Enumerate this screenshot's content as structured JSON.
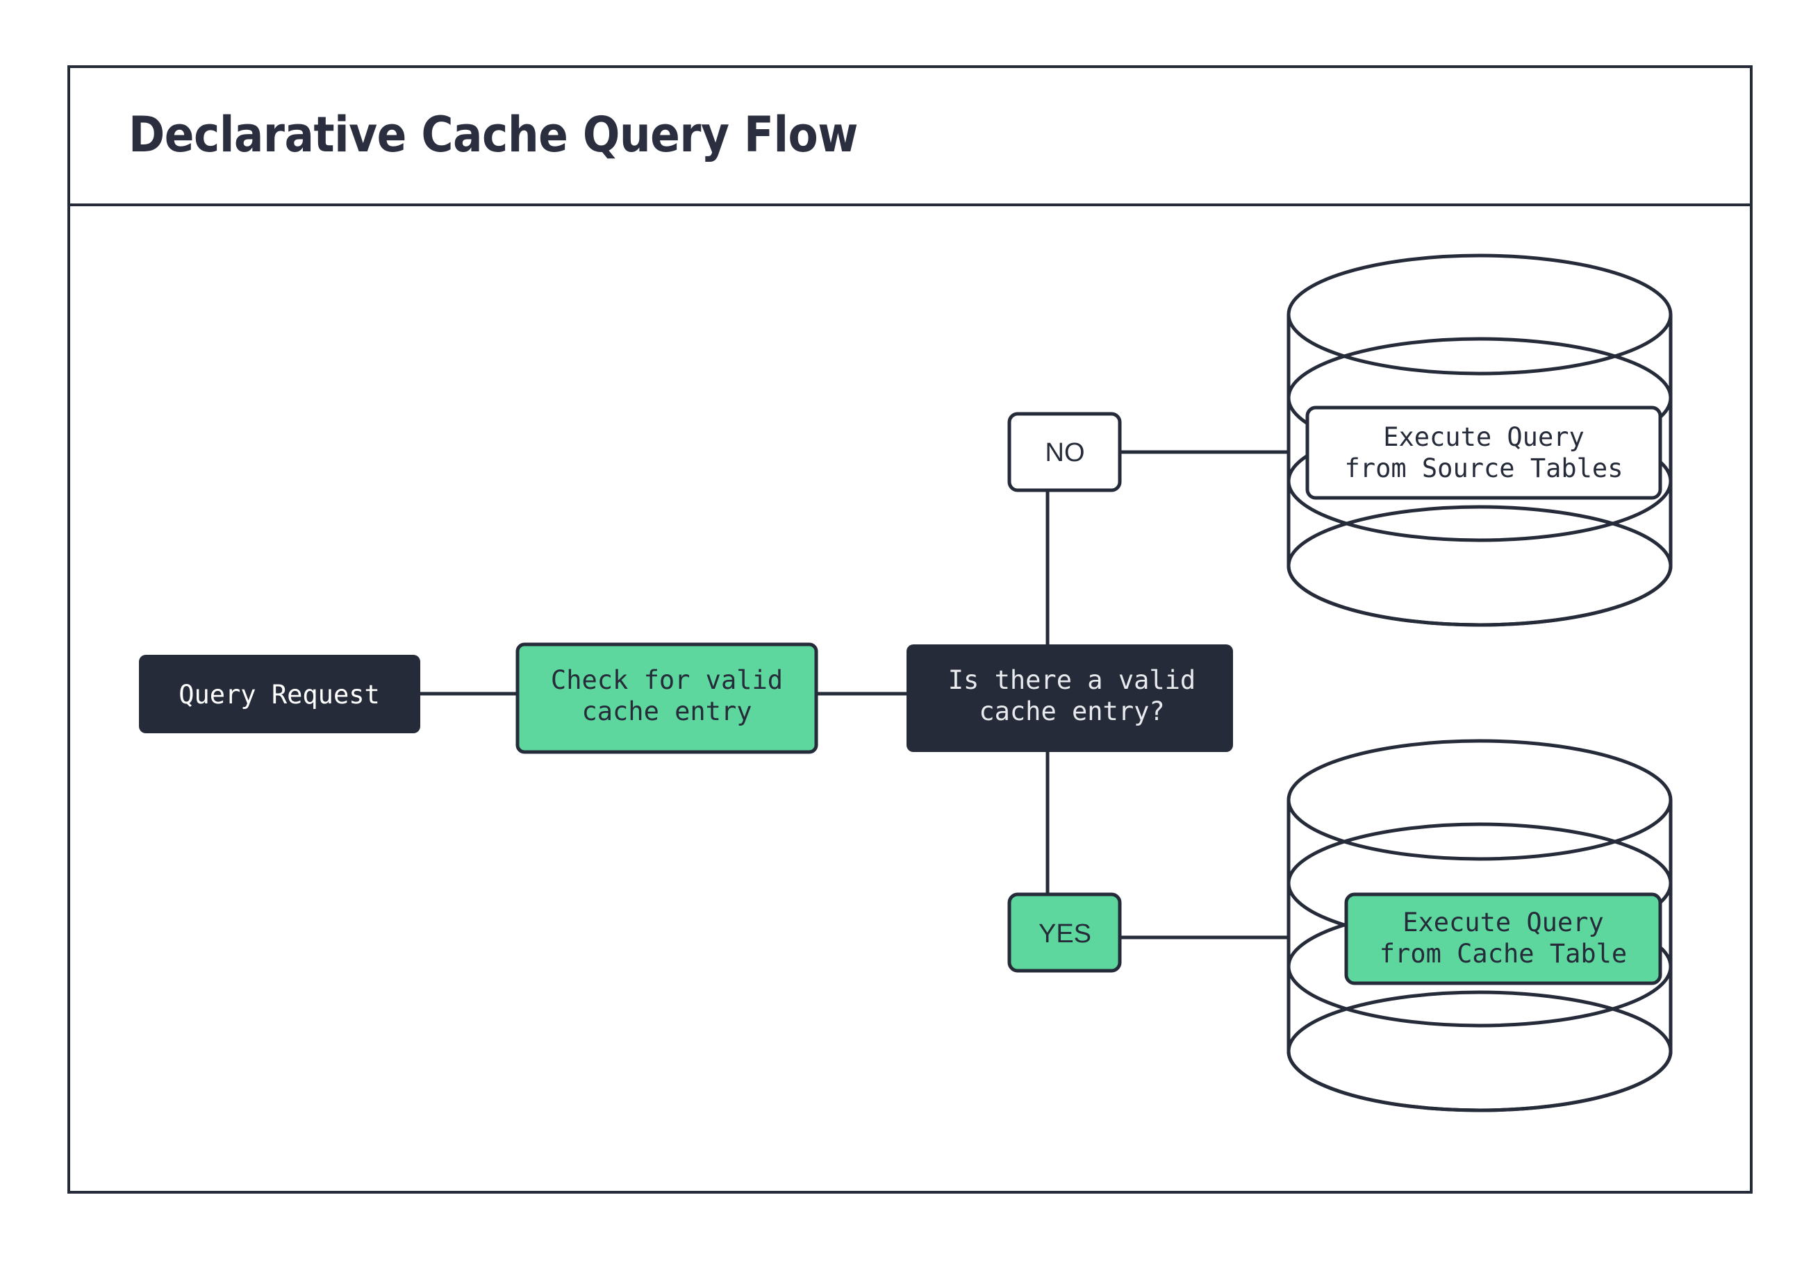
{
  "page": {
    "title": "Declarative Cache Query Flow",
    "background": "#FFFFFF"
  },
  "colors": {
    "dark": "#262B3A",
    "green": "#5DD79D",
    "white": "#FFFFFF",
    "text_light": "#E8EAEE",
    "border": "#262B3A"
  },
  "flow": {
    "nodes": {
      "start": {
        "label": "Query Request",
        "style": "dark"
      },
      "check": {
        "label_line1": "Check for valid",
        "label_line2": "cache entry",
        "style": "green"
      },
      "decision": {
        "label_line1": "Is there a valid",
        "label_line2": "cache entry?",
        "style": "dark"
      },
      "branch_no": {
        "label": "NO",
        "style": "white"
      },
      "branch_yes": {
        "label": "YES",
        "style": "green"
      },
      "source_db": {
        "label_line1": "Execute Query",
        "label_line2": "from Source Tables",
        "style": "white",
        "shape": "database"
      },
      "cache_db": {
        "label_line1": "Execute Query",
        "label_line2": "from Cache Table",
        "style": "green",
        "shape": "database"
      }
    },
    "edges": [
      {
        "from": "start",
        "to": "check"
      },
      {
        "from": "check",
        "to": "decision"
      },
      {
        "from": "decision",
        "to": "branch_no"
      },
      {
        "from": "decision",
        "to": "branch_yes"
      },
      {
        "from": "branch_no",
        "to": "source_db"
      },
      {
        "from": "branch_yes",
        "to": "cache_db"
      }
    ]
  }
}
